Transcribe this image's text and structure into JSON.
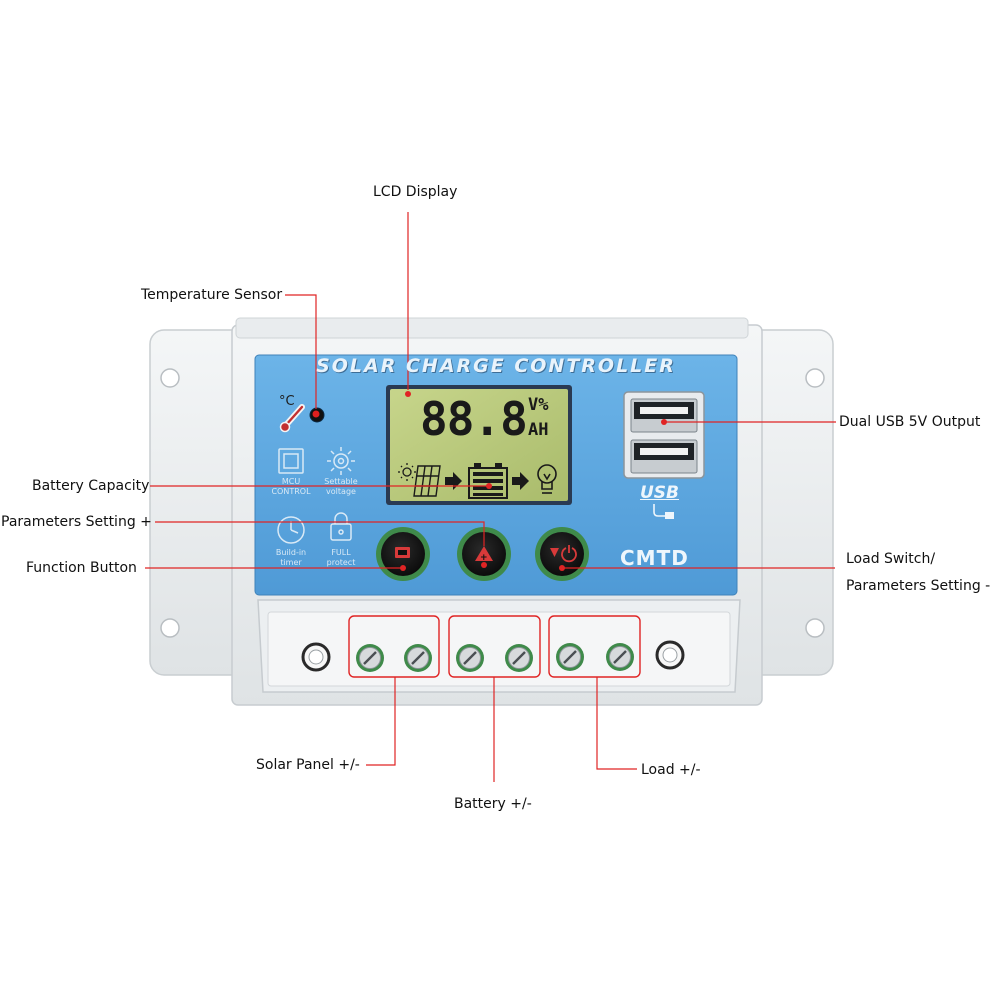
{
  "device": {
    "panel_title": "SOLAR CHARGE CONTROLLER",
    "brand": "CMTD",
    "usb_logo_text": "USB",
    "lcd": {
      "digits": "88.8",
      "unit_top": "V%",
      "unit_bottom": "AH"
    },
    "feature_icons": [
      {
        "name": "mcu-icon",
        "line1": "MCU",
        "line2": "CONTROL"
      },
      {
        "name": "settable-voltage-icon",
        "line1": "Settable",
        "line2": "voltage"
      },
      {
        "name": "timer-icon",
        "line1": "Build-in",
        "line2": "timer"
      },
      {
        "name": "lock-icon",
        "line1": "FULL",
        "line2": "protect"
      }
    ],
    "accent_colors": {
      "panel_blue": "#5fa8e0",
      "callout_red": "#e02424",
      "lcd_green": "#b9c97a",
      "button_green": "#3f8a4a"
    }
  },
  "callouts": {
    "lcd_display": "LCD Display",
    "temperature_sensor": "Temperature Sensor",
    "dual_usb": "Dual USB 5V Output",
    "battery_capacity": "Battery Capacity",
    "parameters_setting_plus": "Parameters Setting +",
    "function_button": "Function Button",
    "load_switch_line1": "Load Switch/",
    "load_switch_line2": "Parameters Setting -",
    "solar_panel": "Solar Panel +/-",
    "battery": "Battery +/-",
    "load": "Load +/-"
  }
}
